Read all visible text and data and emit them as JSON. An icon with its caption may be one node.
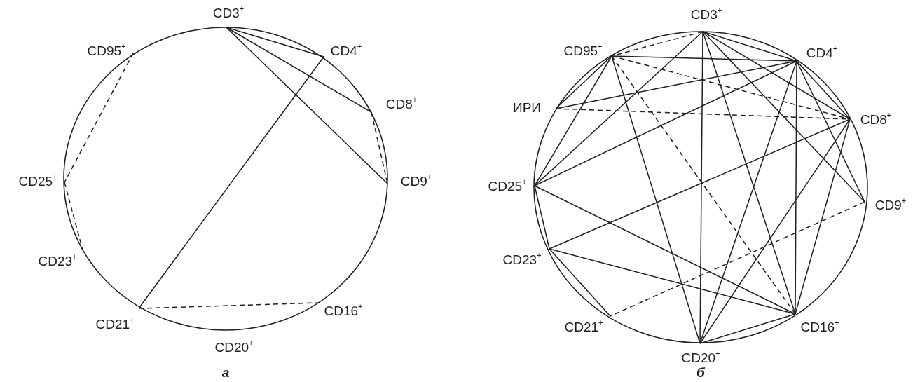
{
  "diagram": {
    "nodes": [
      {
        "text": [
          "CD3$^{+}$"
        ]
      },
      {
        "text": [
          "CD95$^{+}$"
        ]
      },
      {
        "text": [
          "CD4$^{+}$"
        ]
      },
      {
        "text": [
          "CD8$^{+}$"
        ]
      },
      {
        "text": [
          "CD25$^{+}$"
        ]
      },
      {
        "text": [
          "CD9$^{+}$"
        ]
      },
      {
        "text": [
          "CD23$^{+}$"
        ]
      },
      {
        "text": [
          "CD21$^{+}$"
        ]
      },
      {
        "text": [
          "CD16$^{+}$"
        ]
      },
      {
        "text": [
          "CD20$^{+}$"
        ]
      },
      {
        "text": [
          "CD3$^{+}$"
        ]
      },
      {
        "text": [
          "CD95$^{+}$"
        ]
      },
      {
        "text": [
          "CD4$^{+}$"
        ]
      },
      {
        "text": [
          "ИРИ"
        ]
      },
      {
        "text": [
          "CD8$^{+}$"
        ]
      },
      {
        "text": [
          "CD25$^{+}$"
        ]
      },
      {
        "text": [
          "CD9$^{+}$"
        ]
      },
      {
        "text": [
          "CD23$^{+}$"
        ]
      },
      {
        "text": [
          "CD21$^{+}$"
        ]
      },
      {
        "text": [
          "CD16$^{+}$"
        ]
      },
      {
        "text": [
          "CD20$^{+}$"
        ]
      }
    ],
    "edges": [
      {
        "from": 0,
        "to": 2,
        "arrow": "none"
      },
      {
        "from": 0,
        "to": 3,
        "arrow": "none"
      },
      {
        "from": 0,
        "to": 5,
        "arrow": "none"
      },
      {
        "from": 2,
        "to": 7,
        "arrow": "none"
      },
      {
        "from": 3,
        "to": 5,
        "arrow": "none",
        "style": "dashed"
      },
      {
        "from": 1,
        "to": 4,
        "arrow": "none",
        "style": "dashed"
      },
      {
        "from": 4,
        "to": 6,
        "arrow": "none",
        "style": "dashed"
      },
      {
        "from": 7,
        "to": 8,
        "arrow": "none",
        "style": "dashed"
      },
      {
        "from": 10,
        "to": 11,
        "arrow": "none",
        "style": "dashed"
      },
      {
        "from": 10,
        "to": 12,
        "arrow": "none"
      },
      {
        "from": 10,
        "to": 14,
        "arrow": "none"
      },
      {
        "from": 10,
        "to": 16,
        "arrow": "none"
      },
      {
        "from": 10,
        "to": 15,
        "arrow": "none"
      },
      {
        "from": 10,
        "to": 20,
        "arrow": "none"
      },
      {
        "from": 10,
        "to": 19,
        "arrow": "none"
      },
      {
        "from": 11,
        "to": 12,
        "arrow": "none"
      },
      {
        "from": 11,
        "to": 14,
        "arrow": "none",
        "style": "dashed"
      },
      {
        "from": 11,
        "to": 19,
        "arrow": "none",
        "style": "dashed"
      },
      {
        "from": 11,
        "to": 20,
        "arrow": "none"
      },
      {
        "from": 11,
        "to": 13,
        "arrow": "none"
      },
      {
        "from": 11,
        "to": 15,
        "arrow": "none"
      },
      {
        "from": 13,
        "to": 12,
        "arrow": "none"
      },
      {
        "from": 13,
        "to": 14,
        "arrow": "none",
        "style": "dashed"
      },
      {
        "from": 15,
        "to": 12,
        "arrow": "none"
      },
      {
        "from": 15,
        "to": 17,
        "arrow": "none"
      },
      {
        "from": 15,
        "to": 19,
        "arrow": "none"
      },
      {
        "from": 12,
        "to": 14,
        "arrow": "none"
      },
      {
        "from": 12,
        "to": 16,
        "arrow": "none"
      },
      {
        "from": 12,
        "to": 20,
        "arrow": "none"
      },
      {
        "from": 12,
        "to": 19,
        "arrow": "none"
      },
      {
        "from": 14,
        "to": 17,
        "arrow": "none"
      },
      {
        "from": 14,
        "to": 20,
        "arrow": "none"
      },
      {
        "from": 14,
        "to": 19,
        "arrow": "none"
      },
      {
        "from": 16,
        "to": 18,
        "arrow": "none",
        "style": "dashed"
      },
      {
        "from": 17,
        "to": 19,
        "arrow": "none"
      },
      {
        "from": 17,
        "to": 18,
        "arrow": "none"
      },
      {
        "from": 20,
        "to": 19,
        "arrow": "none"
      }
    ],
    "labels": [
      "а",
      "б"
    ]
  }
}
